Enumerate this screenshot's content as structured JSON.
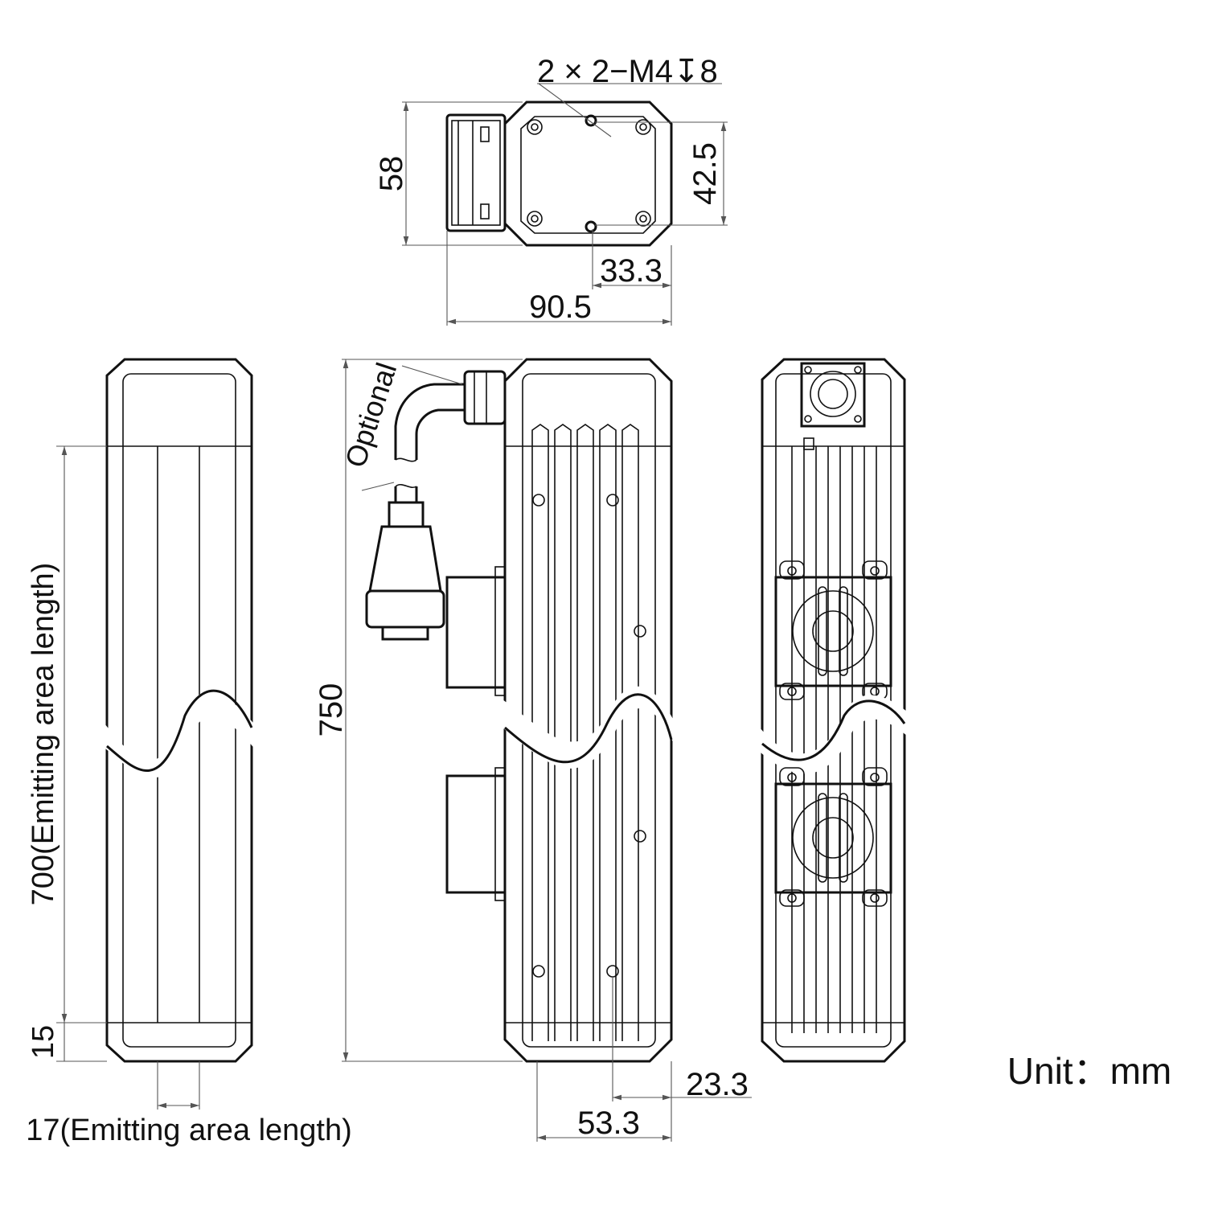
{
  "top_view": {
    "callout": "2 × 2−M4↧8",
    "dim_height": "58",
    "dim_hole_pitch": "42.5",
    "dim_hole_offset": "33.3",
    "dim_width": "90.5"
  },
  "side_view": {
    "optional_label": "Optional",
    "dim_length": "750",
    "dim_hole_offset": "23.3",
    "dim_hole_pitch": "53.3"
  },
  "front_view": {
    "dim_emitting_length": "700(Emitting area length)",
    "dim_end": "15",
    "dim_emitting_width": "17(Emitting area length)"
  },
  "unit_label": "Unit：mm"
}
